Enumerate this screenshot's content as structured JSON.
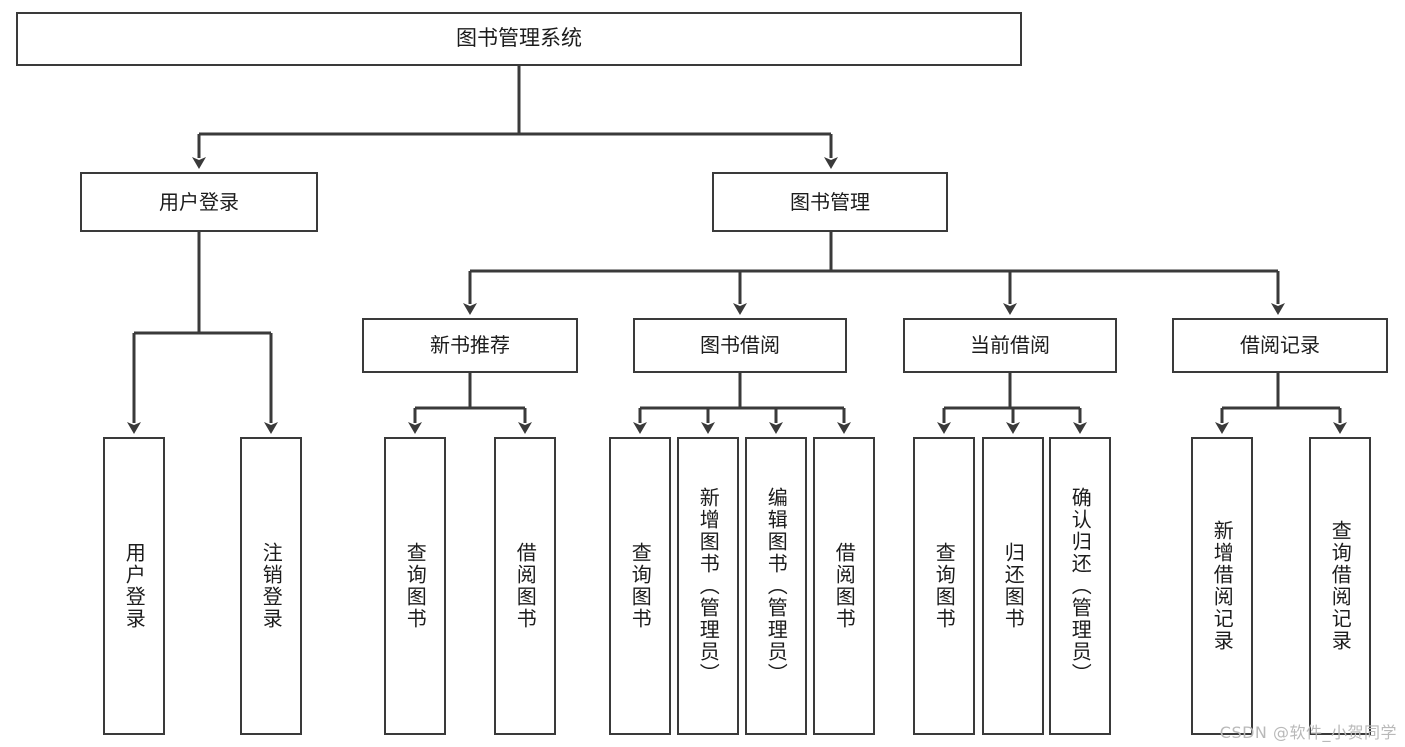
{
  "diagram": {
    "title": "图书管理系统",
    "type": "tree",
    "stroke_color": "#3a3a3a",
    "fill_color": "#ffffff",
    "text_color": "#1c1c1c",
    "watermark": "CSDN @软件_小贺同学"
  },
  "nodes": {
    "root": {
      "label": "图书管理系统"
    },
    "level2": [
      {
        "label": "用户登录"
      },
      {
        "label": "图书管理"
      }
    ],
    "level3": [
      {
        "label": "新书推荐"
      },
      {
        "label": "图书借阅"
      },
      {
        "label": "当前借阅"
      },
      {
        "label": "借阅记录"
      }
    ],
    "leaves": [
      {
        "label": "用户登录"
      },
      {
        "label": "注销登录"
      },
      {
        "label": "查询图书"
      },
      {
        "label": "借阅图书"
      },
      {
        "label": "查询图书"
      },
      {
        "label": "新增图书（管理员）"
      },
      {
        "label": "编辑图书（管理员）"
      },
      {
        "label": "借阅图书"
      },
      {
        "label": "查询图书"
      },
      {
        "label": "归还图书"
      },
      {
        "label": "确认归还（管理员）"
      },
      {
        "label": "新增借阅记录"
      },
      {
        "label": "查询借阅记录"
      }
    ]
  }
}
